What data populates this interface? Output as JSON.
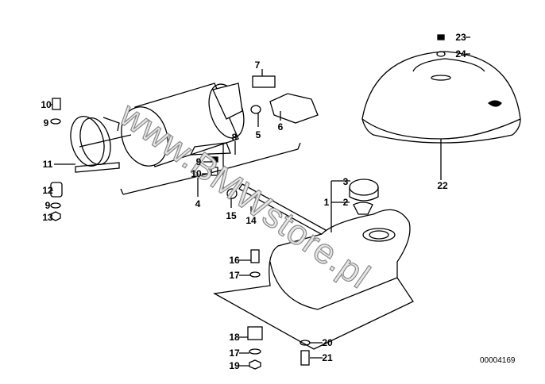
{
  "diagram": {
    "drawing_number": "00004169",
    "watermark": "www.BMWstore.pl",
    "callouts": [
      "10",
      "9",
      "11",
      "12",
      "9",
      "13",
      "7",
      "8",
      "9",
      "10",
      "5",
      "6",
      "4",
      "15",
      "14",
      "3",
      "2",
      "1",
      "16",
      "17",
      "18",
      "17",
      "19",
      "20",
      "21",
      "22",
      "23",
      "24"
    ]
  }
}
